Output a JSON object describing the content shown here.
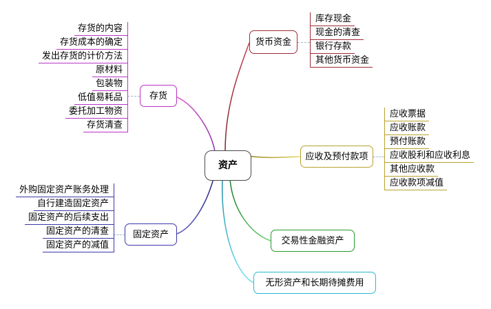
{
  "diagram": {
    "title": "资产",
    "type": "mindmap",
    "root": {
      "label": "资产",
      "color": "#4a4a4a"
    },
    "branches": [
      {
        "id": "monetary-funds",
        "label": "货币资金",
        "color": "#9e2b36",
        "children": [
          "库存现金",
          "现金的清查",
          "银行存款",
          "其他货币资金"
        ]
      },
      {
        "id": "inventory",
        "label": "存货",
        "color": "#b833c4",
        "children": [
          "存货的内容",
          "存货成本的确定",
          "发出存货的计价方法",
          "原材料",
          "包装物",
          "低值易耗品",
          "委托加工物资",
          "存货清查"
        ]
      },
      {
        "id": "receivables-prepayments",
        "label": "应收及预付款项",
        "color": "#b8a12a",
        "children": [
          "应收票据",
          "应收账款",
          "预付账款",
          "应收股利和应收利息",
          "其他应收款",
          "应收款项减值"
        ]
      },
      {
        "id": "fixed-assets",
        "label": "固定资产",
        "color": "#3b37a8",
        "children": [
          "外购固定资产账务处理",
          "自行建造固定资产",
          "固定资产的后续支出",
          "固定资产的清查",
          "固定资产的减值"
        ]
      },
      {
        "id": "trading-financial-assets",
        "label": "交易性金融资产",
        "color": "#25992f",
        "children": []
      },
      {
        "id": "intangible-and-deferred",
        "label": "无形资产和长期待摊费用",
        "color": "#27b8cf",
        "children": []
      }
    ]
  }
}
